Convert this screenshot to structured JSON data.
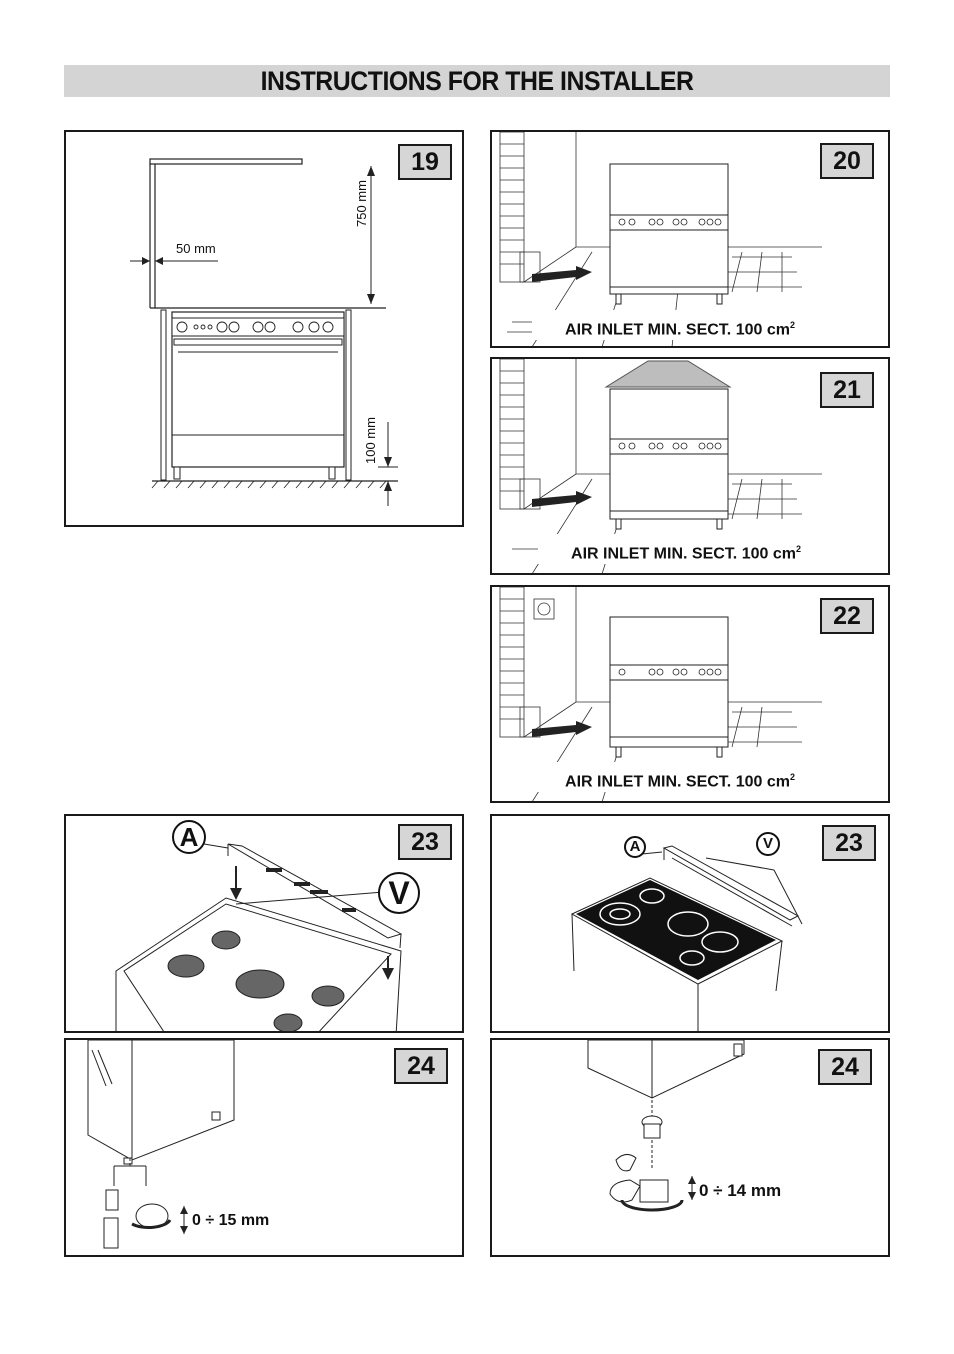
{
  "page": {
    "title": "INSTRUCTIONS FOR THE INSTALLER"
  },
  "figures": {
    "fig19": {
      "number": "19",
      "dim_top": "750 mm",
      "dim_side": "50 mm",
      "dim_bottom": "100 mm"
    },
    "fig20": {
      "number": "20",
      "caption": "AIR INLET MIN. SECT. 100 cm",
      "caption_sup": "2"
    },
    "fig21": {
      "number": "21",
      "caption": "AIR INLET MIN. SECT. 100 cm",
      "caption_sup": "2"
    },
    "fig22": {
      "number": "22",
      "caption": "AIR INLET MIN. SECT. 100 cm",
      "caption_sup": "2"
    },
    "fig23a": {
      "number": "23",
      "label_a": "A",
      "label_v": "V"
    },
    "fig23b": {
      "number": "23",
      "label_a": "A",
      "label_v": "V"
    },
    "fig24a": {
      "number": "24",
      "range": "0 ÷ 15 mm"
    },
    "fig24b": {
      "number": "24",
      "range": "0 ÷ 14 mm"
    }
  }
}
